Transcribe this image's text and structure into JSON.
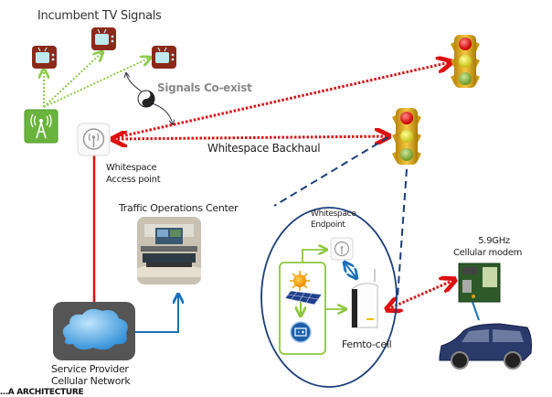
{
  "labels": {
    "incumbent_tv": "Incumbent TV Signals",
    "signals_coexist": "Signals Co-exist",
    "whitespace_ap_line1": "Whitespace",
    "whitespace_ap_line2": "Access point",
    "whitespace_backhaul": "Whitespace Backhaul",
    "traffic_ops_center": "Traffic Operations Center",
    "service_provider_line1": "Service Provider",
    "service_provider_line2": "Cellular Network",
    "whitespace_endpoint_line1": "Whitespace",
    "whitespace_endpoint_line2": "Endpoint",
    "femto_cell": "Femto-cell",
    "modem_line1": "5.9GHz",
    "modem_line2": "Cellular modem",
    "cutoff_caption": "…A ARCHITECTURE"
  },
  "colors": {
    "tv_red": "#8b2a1a",
    "tv_screen": "#bfe9ef",
    "tower_green": "#6ab43e",
    "rf_red": "#dd1111",
    "wired_red": "#e01010",
    "tv_link_green": "#8ccc4a",
    "backhaul_navy": "#1c3f7a",
    "wired_blue": "#1d6fb8",
    "power_green": "#8cc63f",
    "traffic_gold": "#d4a017",
    "cloud_blue": "#5aaee6",
    "cloud_box": "#555555"
  }
}
